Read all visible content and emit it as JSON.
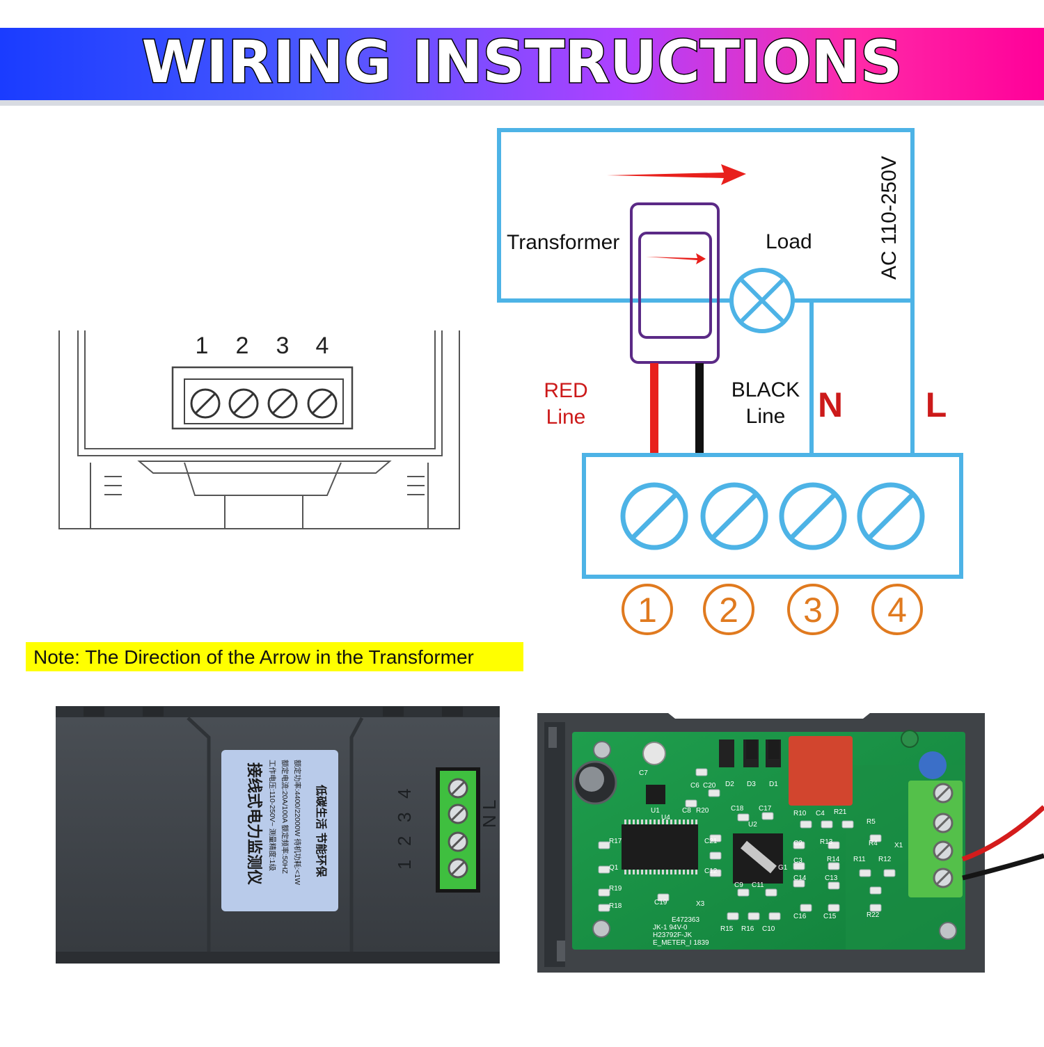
{
  "header": {
    "title": "WIRING INSTRUCTIONS",
    "gradient": [
      "#1a3cff",
      "#4a58ff",
      "#b040ff",
      "#ff2aa8",
      "#ff0099"
    ]
  },
  "device_sketch": {
    "terminal_numbers": [
      "1",
      "2",
      "3",
      "4"
    ]
  },
  "wiring_diagram": {
    "colors": {
      "wire_frame": "#4db3e6",
      "transformer": "#5b2a86",
      "arrow": "#e8201c",
      "red_wire": "#e8201c",
      "black_wire": "#111111",
      "circle_numbers": "#e07a1f",
      "nl_labels": "#cc1a1a"
    },
    "transformer_label": "Transformer",
    "load_label": "Load",
    "supply_label": "AC 110-250V",
    "red_line_label": [
      "RED",
      "Line"
    ],
    "black_line_label": [
      "BLACK",
      "Line"
    ],
    "neutral_label": "N",
    "live_label": "L",
    "terminal_numbers": [
      "1",
      "2",
      "3",
      "4"
    ]
  },
  "note": {
    "text": "Note: The Direction of the Arrow in the Transformer",
    "background": "#ffff00"
  },
  "back_photo": {
    "label_lines": [
      "接线式电力监测仪",
      "工作电压:110-250V~  测量精度:1级",
      "额定电流:20A/100A  额定频率:50HZ",
      "额定功率:4400/22000W  待机功耗:<1W",
      "低碳生活 节能环保"
    ],
    "terminal_numbers": [
      "1",
      "2",
      "3",
      "4"
    ],
    "terminal_letters": "N L"
  },
  "board_photo": {
    "silkscreen": [
      "C7",
      "U1",
      "C8",
      "R20",
      "C6",
      "C20",
      "D2",
      "D3",
      "D1",
      "C18",
      "C17",
      "R10",
      "C4",
      "R21",
      "R5",
      "R4",
      "U4",
      "R17",
      "Q1",
      "R19",
      "R18",
      "C21",
      "C12",
      "U2",
      "C2",
      "C3",
      "C14",
      "C16",
      "R13",
      "R14",
      "C13",
      "C15",
      "R11",
      "R12",
      "R22",
      "X1",
      "C19",
      "X3",
      "C9",
      "C11",
      "G1",
      "E472363",
      "JK-1 94V-0",
      "H23792F-JK",
      "E_METER_I 1839",
      "R15",
      "R16",
      "C10"
    ]
  }
}
